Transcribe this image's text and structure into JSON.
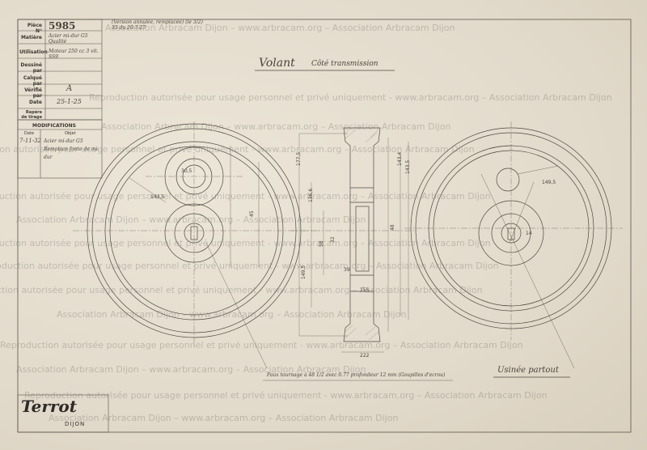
{
  "title_block": {
    "piece_label": "Pièce N°",
    "piece_number": "5985",
    "top_note": "(Version annulée, remplacée) (le 3/2) 35 du 20-7-27",
    "matiere_label": "Matière",
    "matiere_value": "Acier mi-dur G5 Qualité",
    "utilisation_label": "Utilisation",
    "utilisation_value": "Moteur 250 cc 3 vit. SS9",
    "dessine_label": "Dessiné par",
    "calque_label": "Calqué par",
    "verifie_label": "Vérifié par",
    "verifie_value": "A",
    "date_label": "Date",
    "date_value": "25-1-25",
    "repere_label": "Repère de tirage"
  },
  "modifications": {
    "header": "MODIFICATIONS",
    "col_date": "Date",
    "col_objet": "Objet",
    "entry_date": "7-11-32",
    "entry_text": "Acier mi-dur G5 Remplace fonte de mi-dur"
  },
  "drawing": {
    "title": "Volant",
    "subtitle": "Côté transmission",
    "side_note": "Usinée partout",
    "bottom_note": "Faux tournage à 48 1/2 avec 0.77 profondeur 12 mm (Goupilles d'ecrou)",
    "dims": {
      "d1": "177,5",
      "d2": "136,6",
      "d3": "143,4",
      "d4": "143,5",
      "d5": "149,5",
      "d6": "155",
      "d7": "222",
      "d8": "48",
      "d9": "58",
      "d10": "32",
      "d11": "39",
      "d12": "45",
      "r1": "149,5",
      "r2": "143,5",
      "r3": "30,5",
      "r4": "14"
    }
  },
  "brand": {
    "name": "Terrot",
    "city": "DIJON"
  },
  "watermark": "Reproduction autorisée pour usage personnel et privé uniquement - www.arbracam.org – Association Arbracam Dijon",
  "watermark_alt": "Association Arbracam Dijon – www.arbracam.org – Association Arbracam Dijon"
}
